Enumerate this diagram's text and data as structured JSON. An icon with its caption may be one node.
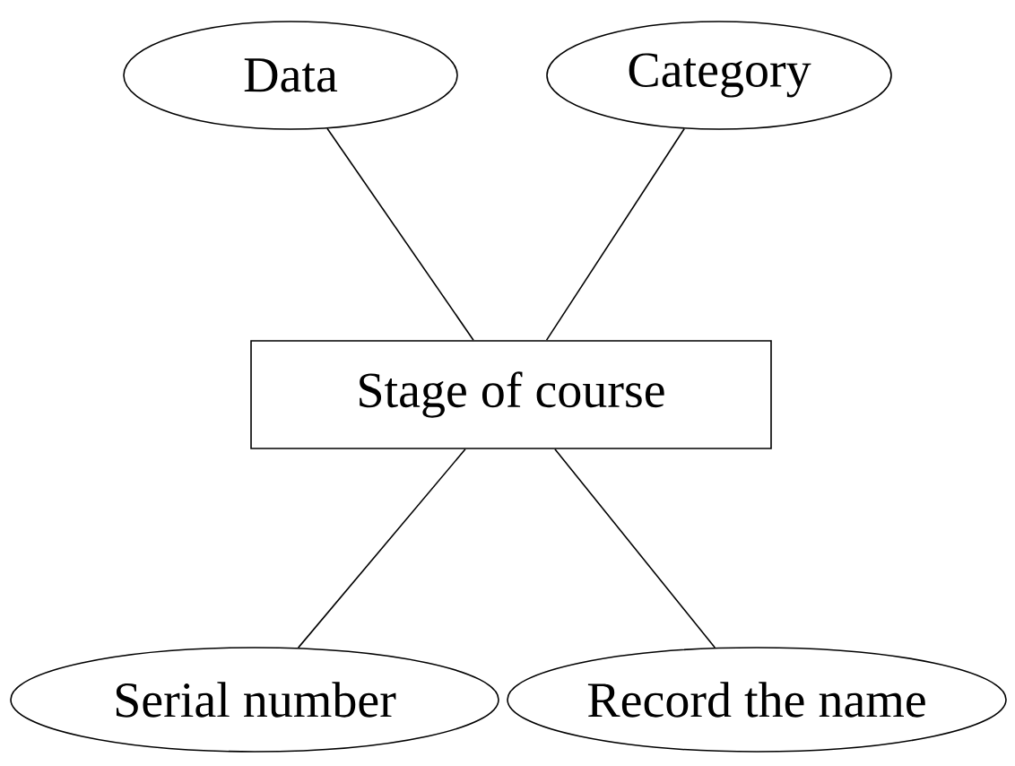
{
  "diagram": {
    "nodes": [
      {
        "text": [
          "Data"
        ]
      },
      {
        "text": [
          "Category"
        ]
      },
      {
        "text": [
          "Stage of course"
        ]
      },
      {
        "text": [
          "Serial number"
        ]
      },
      {
        "text": [
          "Record the name"
        ]
      }
    ],
    "edges": [
      {
        "from": 0,
        "to": 2,
        "arrow": "none"
      },
      {
        "from": 1,
        "to": 2,
        "arrow": "none"
      },
      {
        "from": 2,
        "to": 3,
        "arrow": "none"
      },
      {
        "from": 2,
        "to": 4,
        "arrow": "none"
      }
    ]
  }
}
